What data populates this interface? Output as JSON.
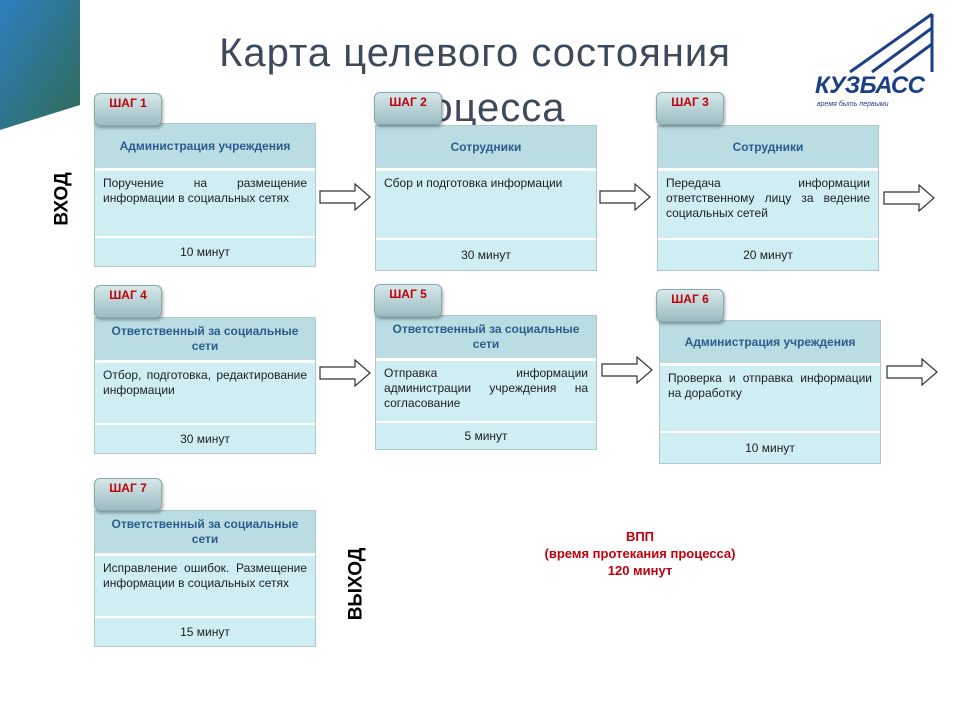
{
  "title": "Карта целевого состояния процесса",
  "logo": {
    "name": "КУЗБАСС",
    "tagline": "время быть первыми"
  },
  "labels": {
    "input": "ВХОД",
    "output": "ВЫХОД"
  },
  "steps": [
    {
      "badge": "ШАГ 1",
      "role": "Администрация учреждения",
      "action": "Поручение на размещение информации в социальных сетях",
      "time": "10 минут"
    },
    {
      "badge": "ШАГ 2",
      "role": "Сотрудники",
      "action": "Сбор и подготовка информации",
      "time": "30 минут"
    },
    {
      "badge": "ШАГ 3",
      "role": "Сотрудники",
      "action": "Передача информации ответственному лицу за ведение социальных сетей",
      "time": "20 минут"
    },
    {
      "badge": "ШАГ 4",
      "role": "Ответственный за социальные сети",
      "action": "Отбор, подготовка, редактирование информации",
      "time": "30 минут"
    },
    {
      "badge": "ШАГ 5",
      "role": "Ответственный за социальные сети",
      "action": "Отправка информации администрации учреждения на согласование",
      "time": "5 минут"
    },
    {
      "badge": "ШАГ 6",
      "role": "Администрация учреждения",
      "action": "Проверка и отправка информации на доработку",
      "time": "10 минут"
    },
    {
      "badge": "ШАГ 7",
      "role": "Ответственный за социальные сети",
      "action": "Исправление ошибок. Размещение информации в социальных сетях",
      "time": "15 минут"
    }
  ],
  "summary": {
    "line1": "ВПП",
    "line2": "(время протекания процесса)",
    "line3": "120 минут"
  },
  "colors": {
    "accent_red": "#c0000a",
    "card_head": "#b9dde3",
    "card_body": "#cfeef4",
    "logo_blue": "#1d3f86"
  }
}
